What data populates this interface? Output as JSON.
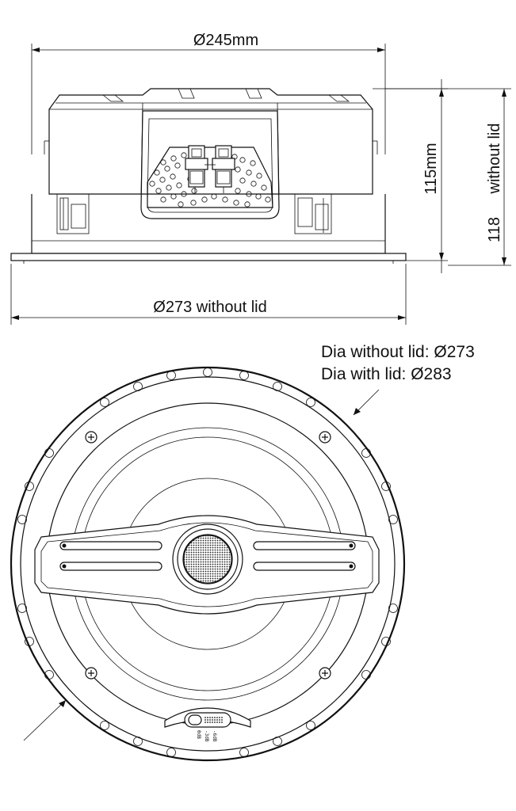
{
  "side_view": {
    "dim_top": "Ø245mm",
    "dim_bottom": "Ø273 without lid",
    "dim_height_inner": "115mm",
    "dim_height_outer": "118",
    "dim_height_outer_note": "without lid"
  },
  "front_view": {
    "note_line1": "Dia without lid: Ø273",
    "note_line2": "Dia with lid: Ø283",
    "switch_labels": [
      "0dB",
      "-3dB",
      "-6dB"
    ]
  }
}
